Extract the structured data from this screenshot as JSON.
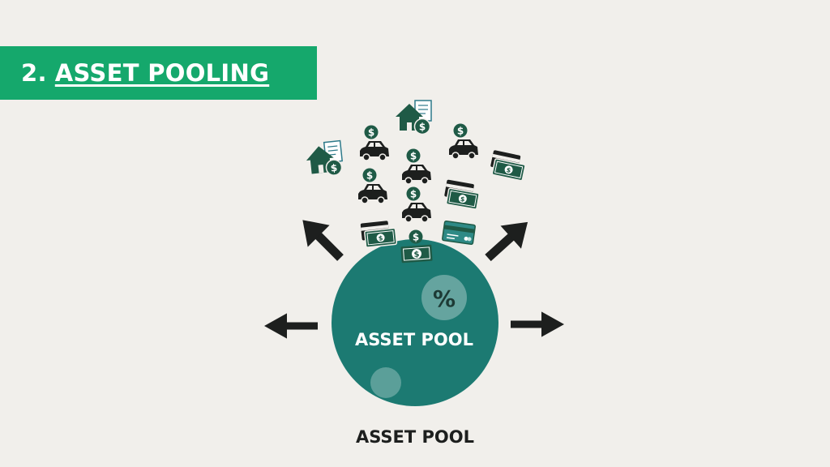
{
  "header": {
    "number": "2.",
    "title": "ASSET POOLING"
  },
  "pool": {
    "label": "ASSET POOL",
    "caption": "ASSET POOL",
    "badge_symbol": "%"
  },
  "assets": [
    {
      "kind": "house"
    },
    {
      "kind": "house"
    },
    {
      "kind": "car"
    },
    {
      "kind": "car"
    },
    {
      "kind": "car"
    },
    {
      "kind": "car"
    },
    {
      "kind": "car"
    },
    {
      "kind": "card"
    },
    {
      "kind": "card"
    },
    {
      "kind": "card"
    },
    {
      "kind": "card"
    },
    {
      "kind": "cash"
    }
  ],
  "arrows": [
    "up-left",
    "up-right",
    "left",
    "right"
  ],
  "colors": {
    "banner": "#15a86c",
    "pool": "#1c7a72",
    "icon_dark": "#1f5a46",
    "arrow": "#1d1f1e",
    "card_teal": "#2e8a86",
    "background": "#f1efeb"
  }
}
